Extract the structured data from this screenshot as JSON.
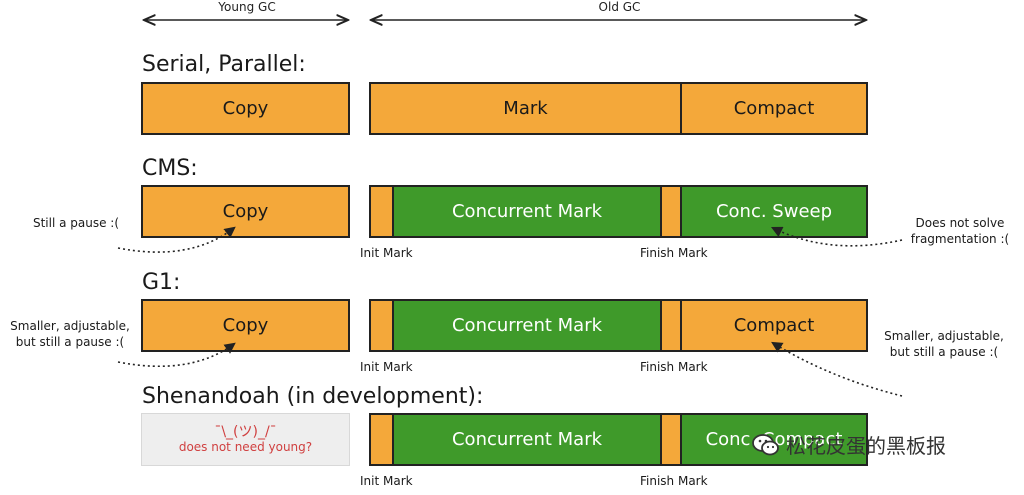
{
  "headers": {
    "young": "Young GC",
    "old": "Old GC"
  },
  "sections": {
    "serial": {
      "title": "Serial, Parallel:",
      "young": "Copy",
      "mark": "Mark",
      "compact": "Compact"
    },
    "cms": {
      "title": "CMS:",
      "young": "Copy",
      "concurrent": "Concurrent Mark",
      "sweep": "Conc. Sweep",
      "init": "Init Mark",
      "finish": "Finish Mark"
    },
    "g1": {
      "title": "G1:",
      "young": "Copy",
      "concurrent": "Concurrent Mark",
      "compact": "Compact",
      "init": "Init Mark",
      "finish": "Finish Mark"
    },
    "shenandoah": {
      "title": "Shenandoah (in development):",
      "shrug": "¯\\_(ツ)_/¯",
      "young_note": "does not need young?",
      "concurrent": "Concurrent Mark",
      "compact": "Conc. Compact",
      "init": "Init Mark",
      "finish": "Finish Mark"
    }
  },
  "notes": {
    "cms_left": "Still a pause :(",
    "cms_right": [
      "Does not solve",
      "fragmentation :("
    ],
    "g1_left": [
      "Smaller, adjustable,",
      "but still a pause :("
    ],
    "g1_right": [
      "Smaller, adjustable,",
      "but still a pause :("
    ]
  },
  "watermark": {
    "text": "松花皮蛋的黑板报",
    "icon": "wechat-icon"
  },
  "colors": {
    "orange": "#f4a83a",
    "green": "#3f9a2a",
    "ghost_text": "#d04040"
  }
}
